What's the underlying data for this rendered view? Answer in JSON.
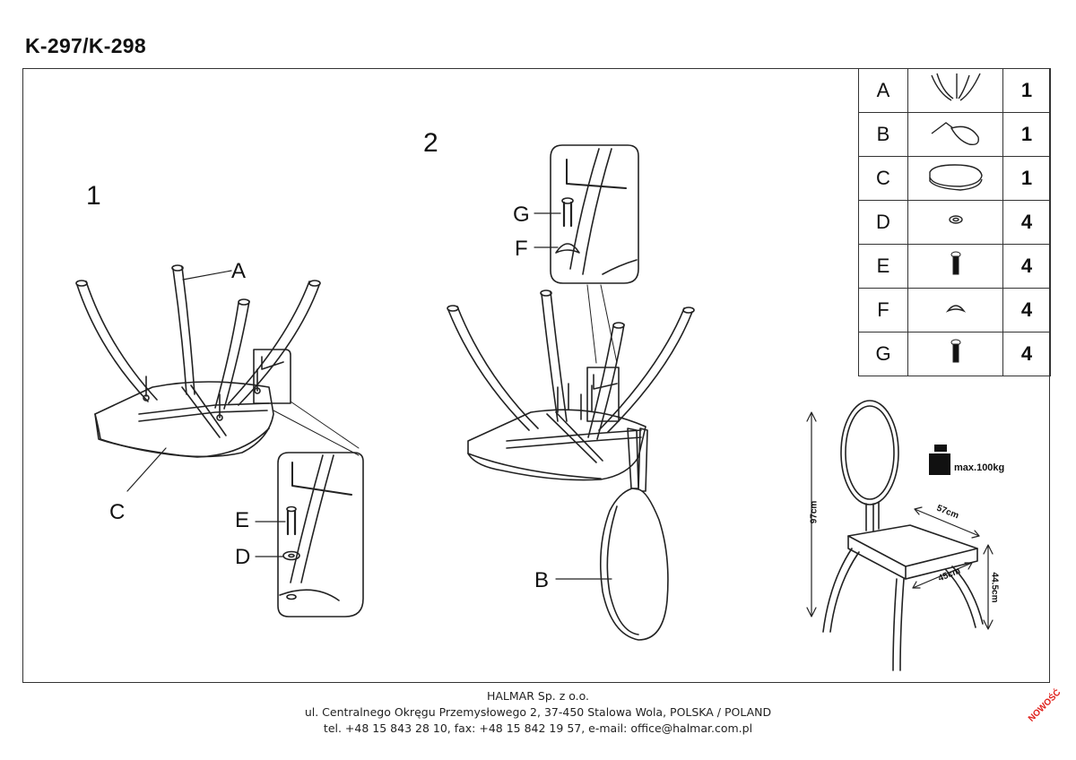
{
  "header": {
    "title": "K-297/K-298"
  },
  "steps": {
    "step1": "1",
    "step2": "2"
  },
  "callouts": {
    "A": "A",
    "B": "B",
    "C": "C",
    "D": "D",
    "E": "E",
    "F": "F",
    "G": "G"
  },
  "parts": [
    {
      "letter": "A",
      "icon": "chair-legs-frame-icon",
      "qty": "1"
    },
    {
      "letter": "B",
      "icon": "backrest-icon",
      "qty": "1"
    },
    {
      "letter": "C",
      "icon": "seat-cushion-icon",
      "qty": "1"
    },
    {
      "letter": "D",
      "icon": "washer-icon",
      "qty": "4"
    },
    {
      "letter": "E",
      "icon": "bolt-icon",
      "qty": "4"
    },
    {
      "letter": "F",
      "icon": "curved-washer-icon",
      "qty": "4"
    },
    {
      "letter": "G",
      "icon": "bolt-icon",
      "qty": "4"
    }
  ],
  "dimensions": {
    "height": "97cm",
    "width": "57cm",
    "depth": "45cm",
    "seat_height": "44.5cm",
    "max_load": "max.100kg"
  },
  "footer": {
    "line1": "HALMAR Sp. z o.o.",
    "line2": "ul. Centralnego Okręgu Przemysłowego 2, 37-450 Stalowa Wola, POLSKA / POLAND",
    "line3": "tel. +48 15 843 28 10, fax: +48 15 842 19 57, e-mail: office@halmar.com.pl"
  },
  "badge": {
    "text": "NOWOŚĆ",
    "color": "#e0201b"
  }
}
